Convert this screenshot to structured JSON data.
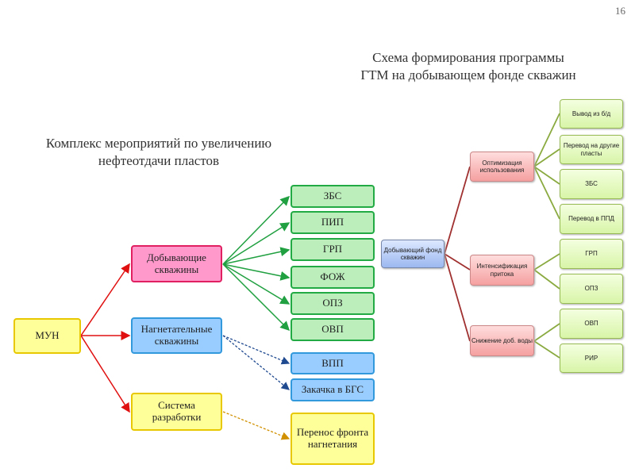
{
  "page_number": "16",
  "title_right": [
    "Схема формирования программы",
    "ГТМ на добывающем фонде скважин"
  ],
  "title_left": [
    "Комплекс мероприятий по увеличению",
    "нефтеотдачи пластов"
  ],
  "left": {
    "root": "МУН",
    "level1": [
      "Добывающие скважины",
      "Нагнетательные скважины",
      "Система разработки"
    ],
    "producing": [
      "ЗБС",
      "ПИП",
      "ГРП",
      "ФОЖ",
      "ОПЗ",
      "ОВП"
    ],
    "injection": [
      "ВПП",
      "Закачка в БГС"
    ],
    "system": [
      "Перенос фронта нагнетания"
    ]
  },
  "right": {
    "root": "Добывающий фонд скважин",
    "level1": [
      "Оптимизация использования",
      "Интенсификация притока",
      "Снижение доб. воды"
    ],
    "optimization": [
      "Вывод из б/д",
      "Перевод на другие пласты",
      "ЗБС",
      "Перевод в ППД"
    ],
    "intensification": [
      "ГРП",
      "ОПЗ"
    ],
    "water": [
      "ОВП",
      "РИР"
    ]
  }
}
